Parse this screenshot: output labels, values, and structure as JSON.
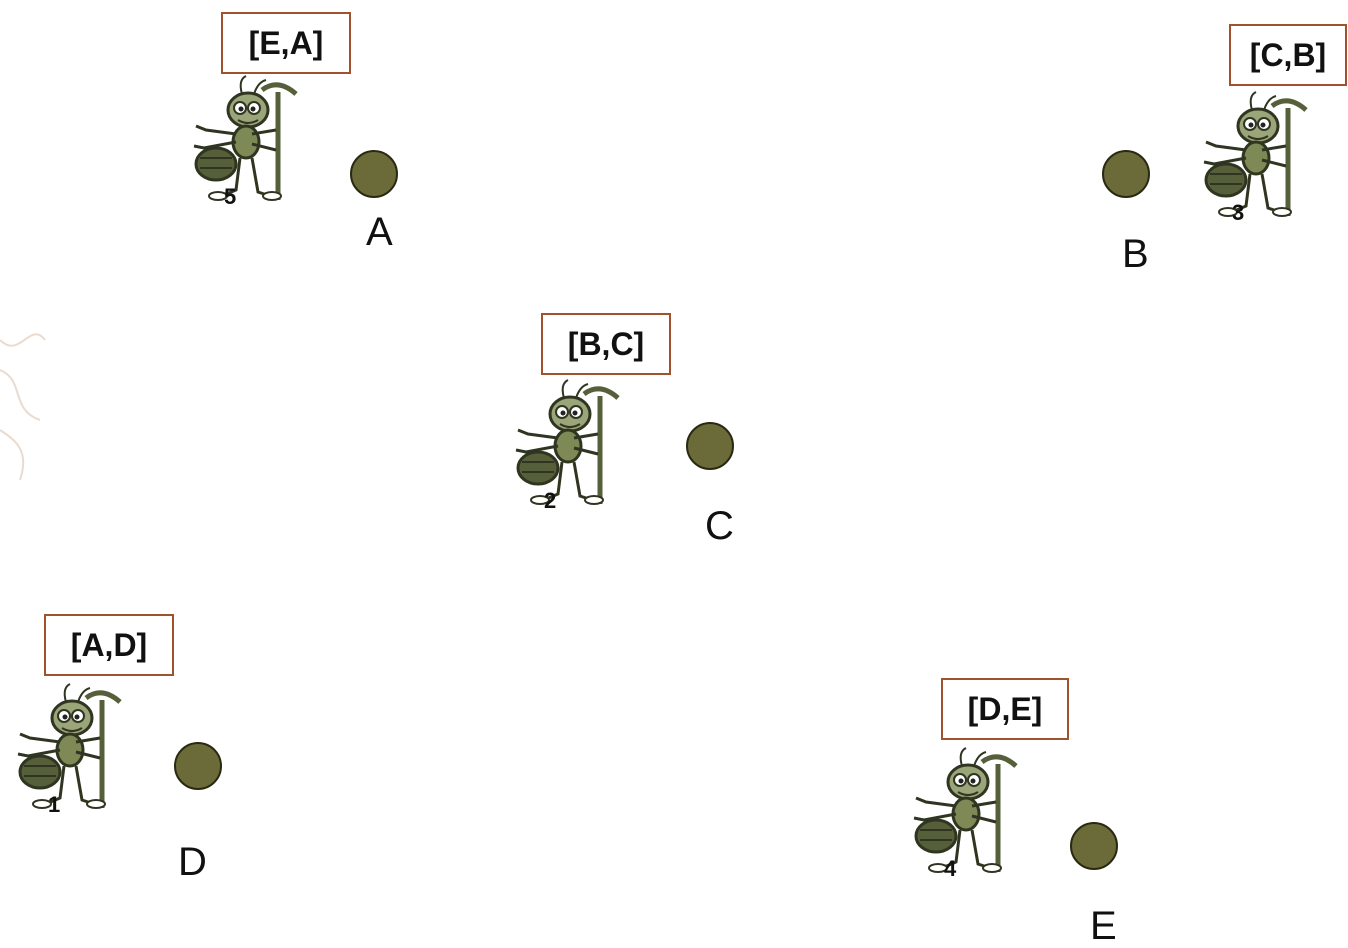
{
  "nodes": [
    {
      "id": "A",
      "label": "A"
    },
    {
      "id": "B",
      "label": "B"
    },
    {
      "id": "C",
      "label": "C"
    },
    {
      "id": "D",
      "label": "D"
    },
    {
      "id": "E",
      "label": "E"
    }
  ],
  "ants": [
    {
      "number": "5",
      "tour": "[E,A]",
      "icon": "ant-icon"
    },
    {
      "number": "3",
      "tour": "[C,B]",
      "icon": "ant-icon"
    },
    {
      "number": "2",
      "tour": "[B,C]",
      "icon": "ant-icon"
    },
    {
      "number": "1",
      "tour": "[A,D]",
      "icon": "ant-icon"
    },
    {
      "number": "4",
      "tour": "[D,E]",
      "icon": "ant-icon"
    }
  ],
  "colors": {
    "node_fill": "#6b6b3a",
    "tag_border": "#a0522d",
    "ant_body": "#55603a"
  }
}
